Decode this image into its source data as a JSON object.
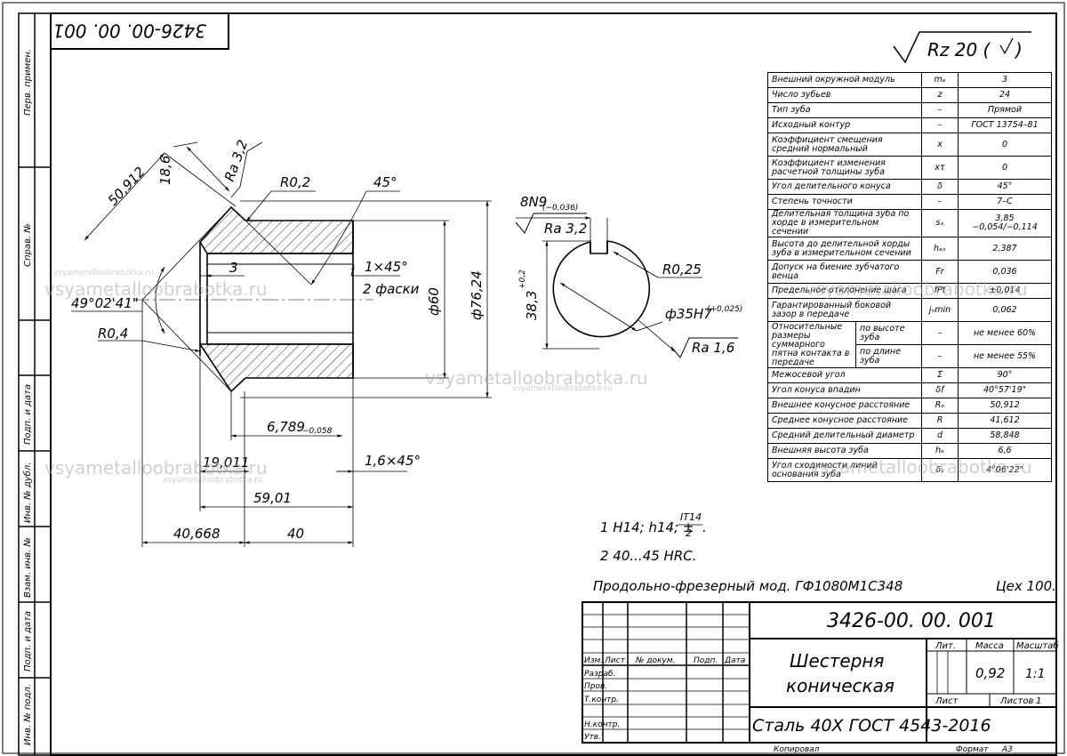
{
  "stamp_top": "3426-00. 00. 001",
  "roughness": {
    "general": "Rz 20 (",
    "general_close": ")",
    "tooth": "Ra 3,2",
    "keyway": "Ra 3,2",
    "bore": "Ra 1,6"
  },
  "side_labels": [
    "Перв. примен.",
    "Справ. №",
    "Подп. и дата",
    "Инв. № дубл.",
    "Взам. инв. №",
    "Подп. и дата",
    "Инв. № подл."
  ],
  "dims": {
    "d50_912": "50,912",
    "d18_6": "18,6",
    "r0_2": "R0,2",
    "a45": "45°",
    "c3": "3",
    "ch1": "1×45°",
    "ch2": "2 фаски",
    "ang49": "49°02'41\"",
    "r0_4": "R0,4",
    "phi60": "ф60",
    "phi76": "ф76,24",
    "d6_789": "6,789",
    "d6_789_tol": "−0,058",
    "d19_011": "19,011",
    "ch16": "1,6×45°",
    "d59_01": "59,01",
    "d40_668": "40,668",
    "d40": "40",
    "kw_width": "8N9",
    "kw_tol": "(−0,036)",
    "kw_depth": "38,3",
    "kw_depth_tol": "+0,2",
    "r0_25": "R0,25",
    "bore": "ф35H7",
    "bore_tol": "(+0,025)"
  },
  "notes": {
    "n1a": "1 H14;  h14;  ±",
    "n1_num": "IT14",
    "n1_den": "2",
    "n1_end": ".",
    "n2": "2  40...45 HRC.",
    "machine": "Продольно-фрезерный мод. ГФ1080М1С348",
    "shop": "Цех 100."
  },
  "params": [
    {
      "name": "Внешний окружной модуль",
      "sym": "mₑ",
      "val": "3"
    },
    {
      "name": "Число зубьев",
      "sym": "z",
      "val": "24"
    },
    {
      "name": "Тип зуба",
      "sym": "–",
      "val": "Прямой"
    },
    {
      "name": "Исходный контур",
      "sym": "–",
      "val": "ГОСТ 13754–81"
    },
    {
      "name": "Коэффициент смещения средний нормальный",
      "sym": "x",
      "val": "0",
      "tall": true
    },
    {
      "name": "Коэффициент изменения расчетной толщины зуба",
      "sym": "xτ",
      "val": "0",
      "tall": true
    },
    {
      "name": "Угол делительного конуса",
      "sym": "δ",
      "val": "45°"
    },
    {
      "name": "Степень точности",
      "sym": "–",
      "val": "7–С"
    },
    {
      "name": "Делительная толщина зуба по хорде в измерительном сечении",
      "sym": "sₓ",
      "val": "3,85 −0,054/−0,114",
      "tall": true
    },
    {
      "name": "Высота до делительной хорды зуба в измерительном сечении",
      "sym": "hₐₓ",
      "val": "2,387",
      "tall": true
    },
    {
      "name": "Допуск на биение зубчатого венца",
      "sym": "Fr",
      "val": "0,036",
      "tall": true
    },
    {
      "name": "Предельное отклонение шага",
      "sym": "fPt",
      "val": "±0,014"
    },
    {
      "name": "Гарантированный боковой зазор в передаче",
      "sym": "jₙmin",
      "val": "0,062",
      "tall": true
    },
    {
      "name": "Относительные размеры суммарного пятна контакта в передаче",
      "sub": "по высоте зуба",
      "sym": "–",
      "val": "не менее 60%",
      "tall": true
    },
    {
      "sub": "по длине зуба",
      "sym": "–",
      "val": "не менее 55%",
      "tall": true
    },
    {
      "name": "Межосевой угол",
      "sym": "Σ",
      "val": "90°"
    },
    {
      "name": "Угол конуса впадин",
      "sym": "δf",
      "val": "40°57'19\""
    },
    {
      "name": "Внешнее конусное расстояние",
      "sym": "Rₑ",
      "val": "50,912"
    },
    {
      "name": "Среднее конусное расстояние",
      "sym": "R",
      "val": "41,612"
    },
    {
      "name": "Средний делительный диаметр",
      "sym": "d",
      "val": "58,848"
    },
    {
      "name": "Внешняя высота зуба",
      "sym": "hₑ",
      "val": "6,6"
    },
    {
      "name": "Угол сходимости линий основания зуба",
      "sym": "δᵧ",
      "val": "4°06'22\"",
      "tall": true
    }
  ],
  "title_block": {
    "designation": "3426-00. 00. 001",
    "name1": "Шестерня",
    "name2": "коническая",
    "material": "Сталь 40Х ГОСТ 4543-2016",
    "lit_h": "Лит.",
    "mass_h": "Масса",
    "scale_h": "Масштаб",
    "mass": "0,92",
    "scale": "1:1",
    "sheet_h": "Лист",
    "sheets_h": "Листов",
    "sheets": "1",
    "col_izm": "Изм.",
    "col_list": "Лист",
    "col_doc": "№ докум.",
    "col_sign": "Подп.",
    "col_date": "Дата",
    "roles": [
      "Разраб.",
      "Пров.",
      "Т.контр.",
      "",
      "Н.контр.",
      "Утв."
    ],
    "copied": "Копировал",
    "format": "Формат",
    "format_val": "А3"
  },
  "watermark": {
    "big": "vsyametalloobrabotka.ru",
    "small": "vsyametalloobrabotka.ru"
  }
}
